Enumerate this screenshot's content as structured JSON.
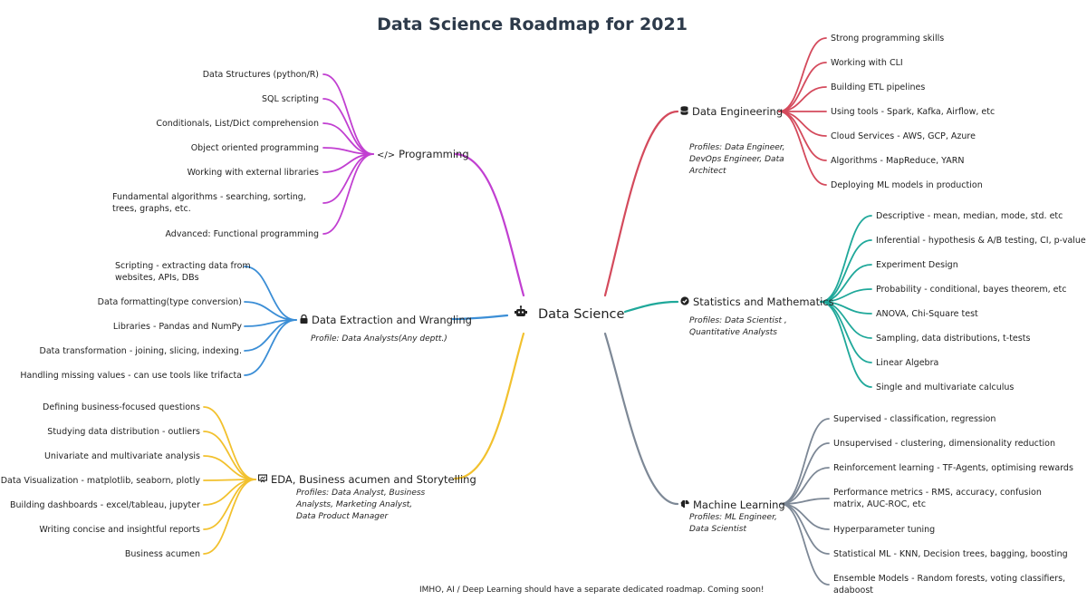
{
  "title": "Data Science Roadmap for 2021",
  "center": {
    "label": "Data Science",
    "icon": "robot-icon"
  },
  "colors": {
    "programming": "#c13fd1",
    "extraction": "#3b8ed6",
    "eda": "#f2c12e",
    "engineering": "#d44a5c",
    "statistics": "#1fa89a",
    "ml": "#7d8896"
  },
  "branches": {
    "programming": {
      "label": "Programming",
      "icon": "code-icon",
      "items": [
        "Data Structures (python/R)",
        "SQL scripting",
        "Conditionals, List/Dict comprehension",
        "Object oriented programming",
        "Working with external libraries",
        "Fundamental algorithms - searching, sorting, trees, graphs, etc.",
        "Advanced: Functional programming"
      ]
    },
    "extraction": {
      "label": "Data Extraction and Wrangling",
      "icon": "lock-icon",
      "profile": "Profile: Data Analysts(Any deptt.)",
      "items": [
        "Scripting - extracting data from websites, APIs, DBs",
        "Data formatting(type conversion)",
        "Libraries - Pandas and NumPy",
        "Data transformation - joining, slicing, indexing.",
        "Handling missing values - can use tools like trifacta"
      ]
    },
    "eda": {
      "label": "EDA, Business acumen and Storytelling",
      "icon": "presentation-icon",
      "profile": "Profiles: Data Analyst, Business Analysts, Marketing Analyst, Data Product Manager",
      "items": [
        "Defining business-focused questions",
        "Studying data distribution - outliers",
        "Univariate and multivariate analysis",
        "Data Visualization - matplotlib, seaborn, plotly",
        "Building dashboards - excel/tableau, jupyter",
        "Writing concise and insightful reports",
        "Business acumen"
      ]
    },
    "engineering": {
      "label": "Data Engineering",
      "icon": "database-icon",
      "profile": "Profiles: Data Engineer, DevOps Engineer, Data Architect",
      "items": [
        "Strong programming skills",
        "Working with CLI",
        "Building ETL pipelines",
        "Using tools - Spark, Kafka, Airflow, etc",
        "Cloud Services - AWS, GCP, Azure",
        "Algorithms - MapReduce, YARN",
        "Deploying ML models in production"
      ]
    },
    "statistics": {
      "label": "Statistics and Mathematics",
      "icon": "check-circle-icon",
      "profile": "Profiles: Data Scientist , Quantitative Analysts",
      "items": [
        "Descriptive - mean, median, mode, std. etc",
        "Inferential - hypothesis & A/B testing, CI, p-value",
        "Experiment Design",
        "Probability - conditional, bayes theorem, etc",
        "ANOVA, Chi-Square test",
        "Sampling, data distributions, t-tests",
        "Linear Algebra",
        "Single and multivariate calculus"
      ]
    },
    "ml": {
      "label": "Machine Learning",
      "icon": "brain-icon",
      "profile": "Profiles: ML Engineer, Data Scientist",
      "items": [
        "Supervised - classification, regression",
        "Unsupervised - clustering, dimensionality reduction",
        "Reinforcement learning - TF-Agents, optimising rewards",
        "Performance metrics - RMS, accuracy, confusion matrix, AUC-ROC, etc",
        "Hyperparameter tuning",
        "Statistical ML - KNN, Decision trees, bagging, boosting",
        "Ensemble Models - Random forests, voting classifiers, adaboost"
      ]
    }
  },
  "footnote": "IMHO, AI / Deep Learning should have a separate dedicated roadmap. Coming soon!"
}
